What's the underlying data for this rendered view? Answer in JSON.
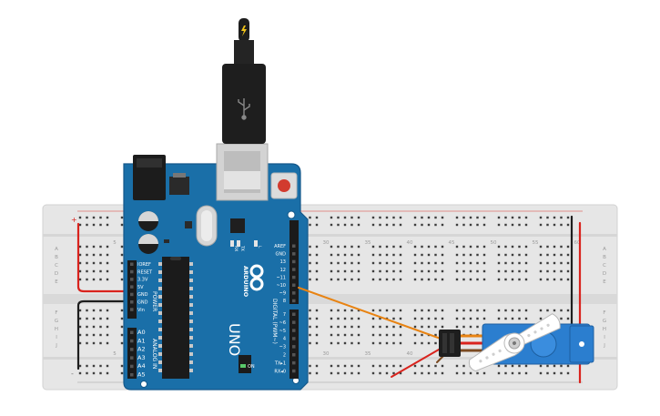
{
  "colors": {
    "board": "#1a6fa8",
    "board_dark": "#145a8a",
    "breadboard": "#e4e4e4",
    "wire_red": "#d9231d",
    "wire_black": "#1e1e1e",
    "wire_orange": "#e88312",
    "servo": "#2b7ecf",
    "header": "#1b1b1b"
  },
  "arduino": {
    "logo_text": "ARDUINO",
    "model": "UNO",
    "power_label": "POWER",
    "analog_label": "ANALOG IN",
    "digital_label": "DIGITAL (PWM~)",
    "on_label": "ON",
    "led_tx": "TX",
    "led_rx": "RX",
    "led_l": "L",
    "power_pins": [
      "IOREF",
      "RESET",
      "3.3V",
      "5V",
      "GND",
      "GND",
      "Vin"
    ],
    "analog_pins": [
      "A0",
      "A1",
      "A2",
      "A3",
      "A4",
      "A5"
    ],
    "digital_top": [
      "AREF",
      "GND",
      "13",
      "12",
      "~11",
      "~10",
      "~9",
      "8"
    ],
    "digital_bottom": [
      "7",
      "~6",
      "~5",
      "4",
      "~3",
      "2",
      "TX▸1",
      "RX◂0"
    ]
  },
  "breadboard": {
    "row_letters_top": [
      "A",
      "B",
      "C",
      "D",
      "E"
    ],
    "row_letters_bottom": [
      "F",
      "G",
      "H",
      "I",
      "J"
    ],
    "column_numbers": [
      "5",
      "30",
      "35",
      "40",
      "45",
      "50",
      "55",
      "60"
    ],
    "rail_plus": "+",
    "rail_minus": "-"
  },
  "usb": {
    "connector_icon": "usb-icon",
    "plug_icon": "lightning-icon"
  }
}
